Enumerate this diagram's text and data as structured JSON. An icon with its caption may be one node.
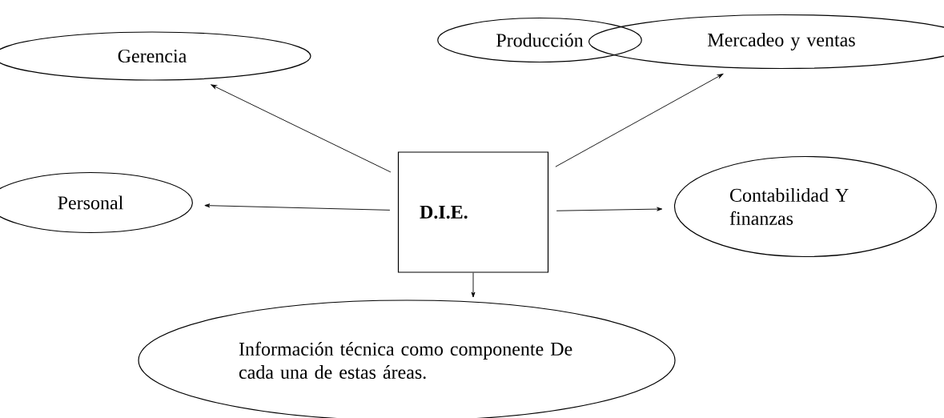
{
  "diagram": {
    "nodes": [
      {
        "text": [
          "D.I.E."
        ]
      },
      {
        "text": [
          "Gerencia"
        ]
      },
      {
        "text": [
          "Producción"
        ]
      },
      {
        "text": [
          "Mercadeo y ventas"
        ]
      },
      {
        "text": [
          "Personal"
        ]
      },
      {
        "text": [
          "Contabilidad Y finanzas"
        ]
      },
      {
        "text": [
          "Información técnica como componente De cada una de estas áreas."
        ]
      }
    ],
    "edges": [
      {
        "from": 0,
        "to": 1,
        "arrow": "to"
      },
      {
        "from": 0,
        "to": 3,
        "arrow": "to"
      },
      {
        "from": 0,
        "to": 4,
        "arrow": "to"
      },
      {
        "from": 0,
        "to": 5,
        "arrow": "to"
      },
      {
        "from": 0,
        "to": 6,
        "arrow": "to"
      }
    ]
  }
}
